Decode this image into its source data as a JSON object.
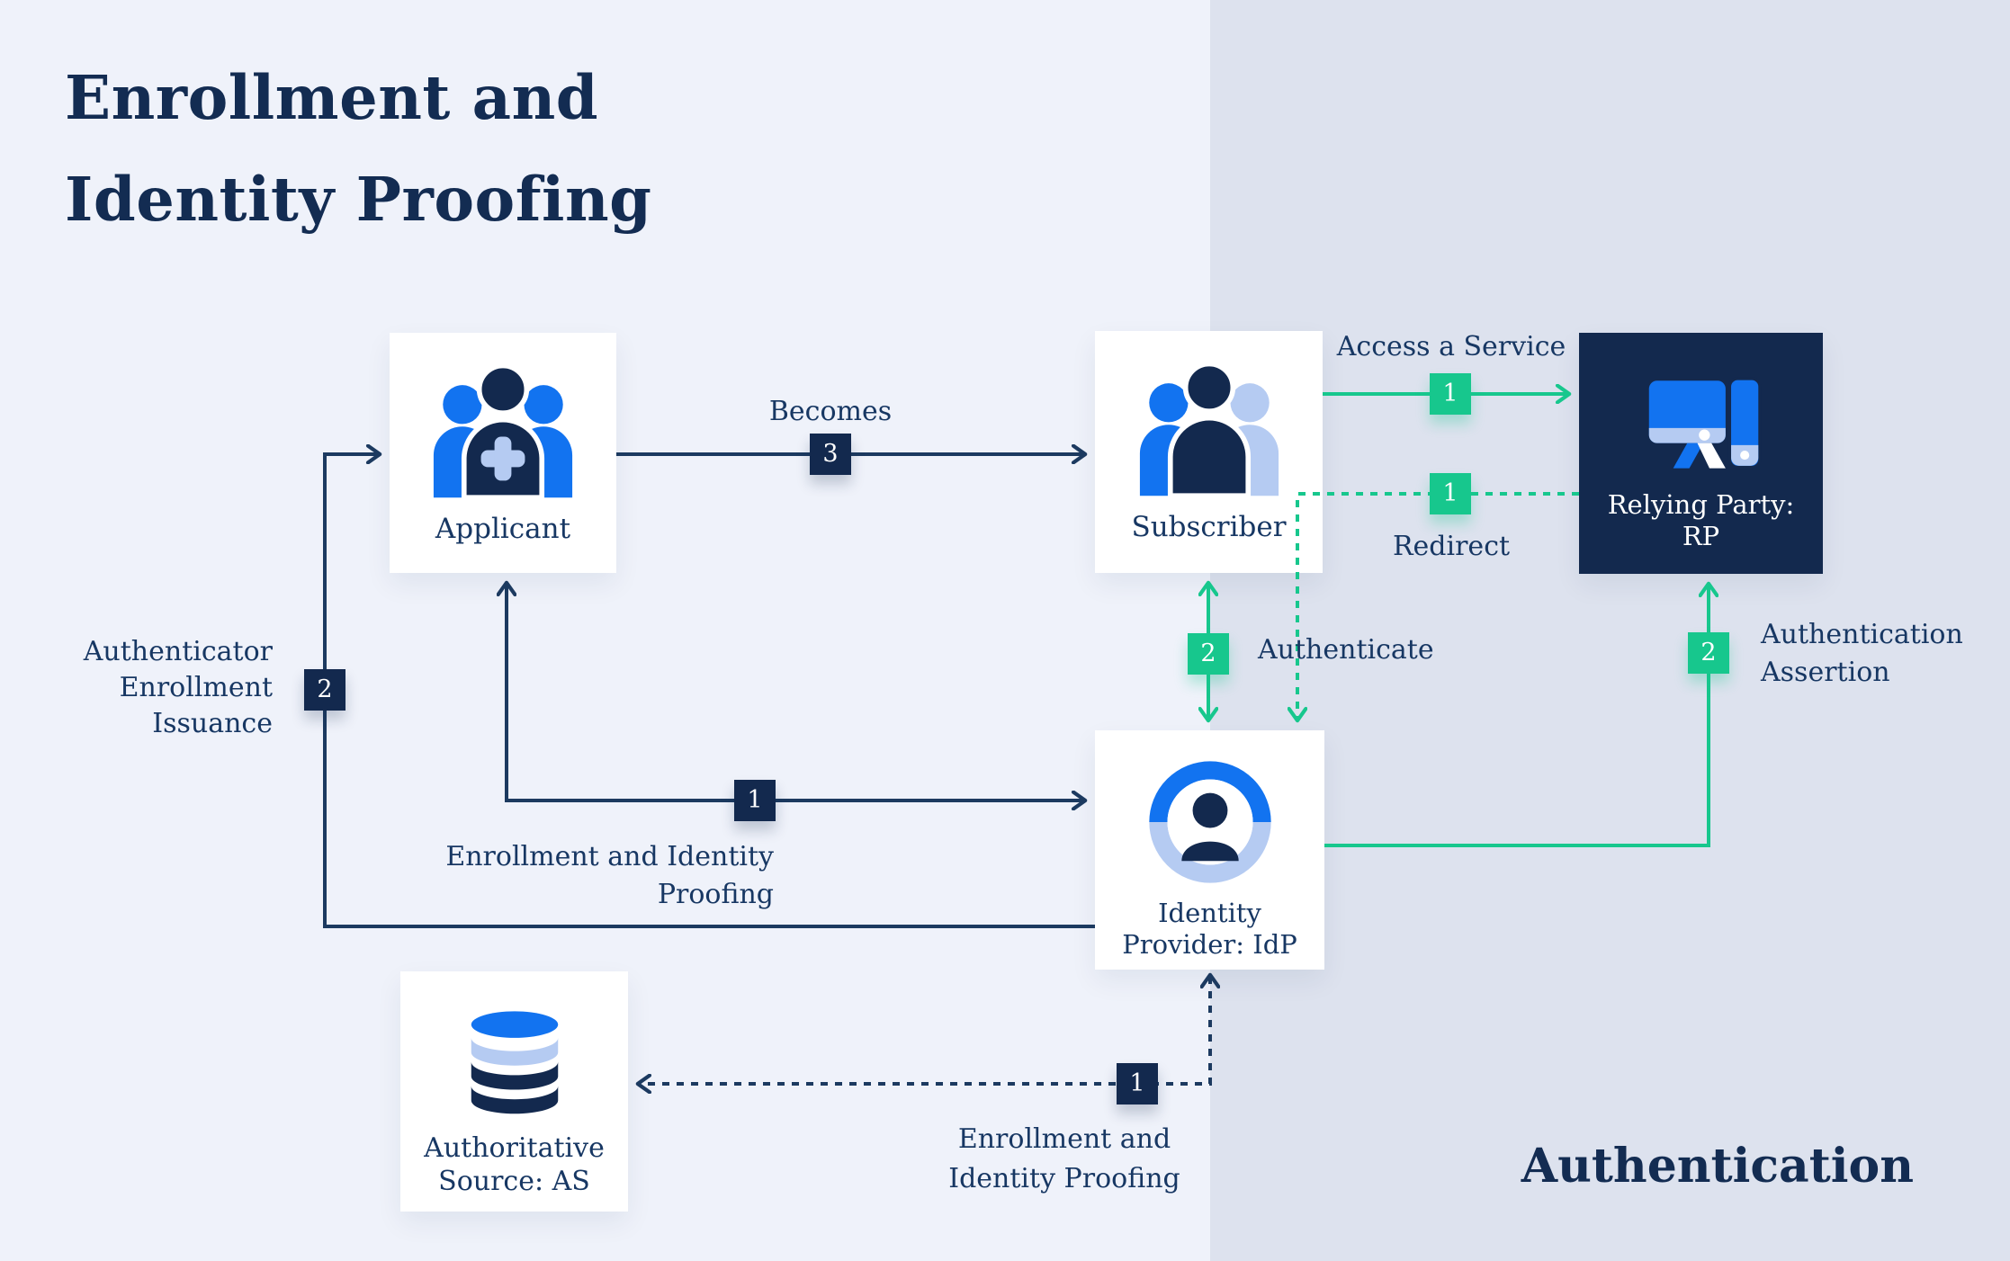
{
  "title": {
    "line1": "Enrollment and",
    "line2": "Identity Proofing"
  },
  "section": {
    "label": "Authentication"
  },
  "nodes": {
    "applicant": {
      "label": "Applicant",
      "icon": "people-add-icon"
    },
    "subscriber": {
      "label": "Subscriber",
      "icon": "people-icon"
    },
    "relying_party": {
      "line1": "Relying Party:",
      "line2": "RP",
      "icon": "devices-icon"
    },
    "identity_provider": {
      "line1": "Identity",
      "line2": "Provider: IdP",
      "icon": "person-ring-icon"
    },
    "authoritative_source": {
      "line1": "Authoritative",
      "line2": "Source: AS",
      "icon": "database-icon"
    }
  },
  "edges": {
    "becomes": {
      "label": "Becomes",
      "badge": "3"
    },
    "enrollment_identity_proofing": {
      "line1": "Enrollment and Identity",
      "line2": "Proofing",
      "badge": "1"
    },
    "authenticator_enrollment_issuance": {
      "line1": "Authenticator",
      "line2": "Enrollment",
      "line3": "Issuance",
      "badge": "2"
    },
    "access_a_service": {
      "label": "Access a Service",
      "badge": "1"
    },
    "redirect": {
      "label": "Redirect",
      "badge": "1"
    },
    "authenticate": {
      "label": "Authenticate",
      "badge": "2"
    },
    "authentication_assertion": {
      "line1": "Authentication",
      "line2": "Assertion",
      "badge": "2"
    },
    "enrollment_identity_proofing_as": {
      "line1": "Enrollment and",
      "line2": "Identity Proofing",
      "badge": "1"
    }
  },
  "colors": {
    "navy": "#13294e",
    "line_navy": "#1c3a60",
    "green": "#17c78d",
    "bright_blue": "#1273f0",
    "light_blue": "#b5cbf2",
    "bg_left": "#eff2fa",
    "bg_right": "#dde2ee"
  }
}
